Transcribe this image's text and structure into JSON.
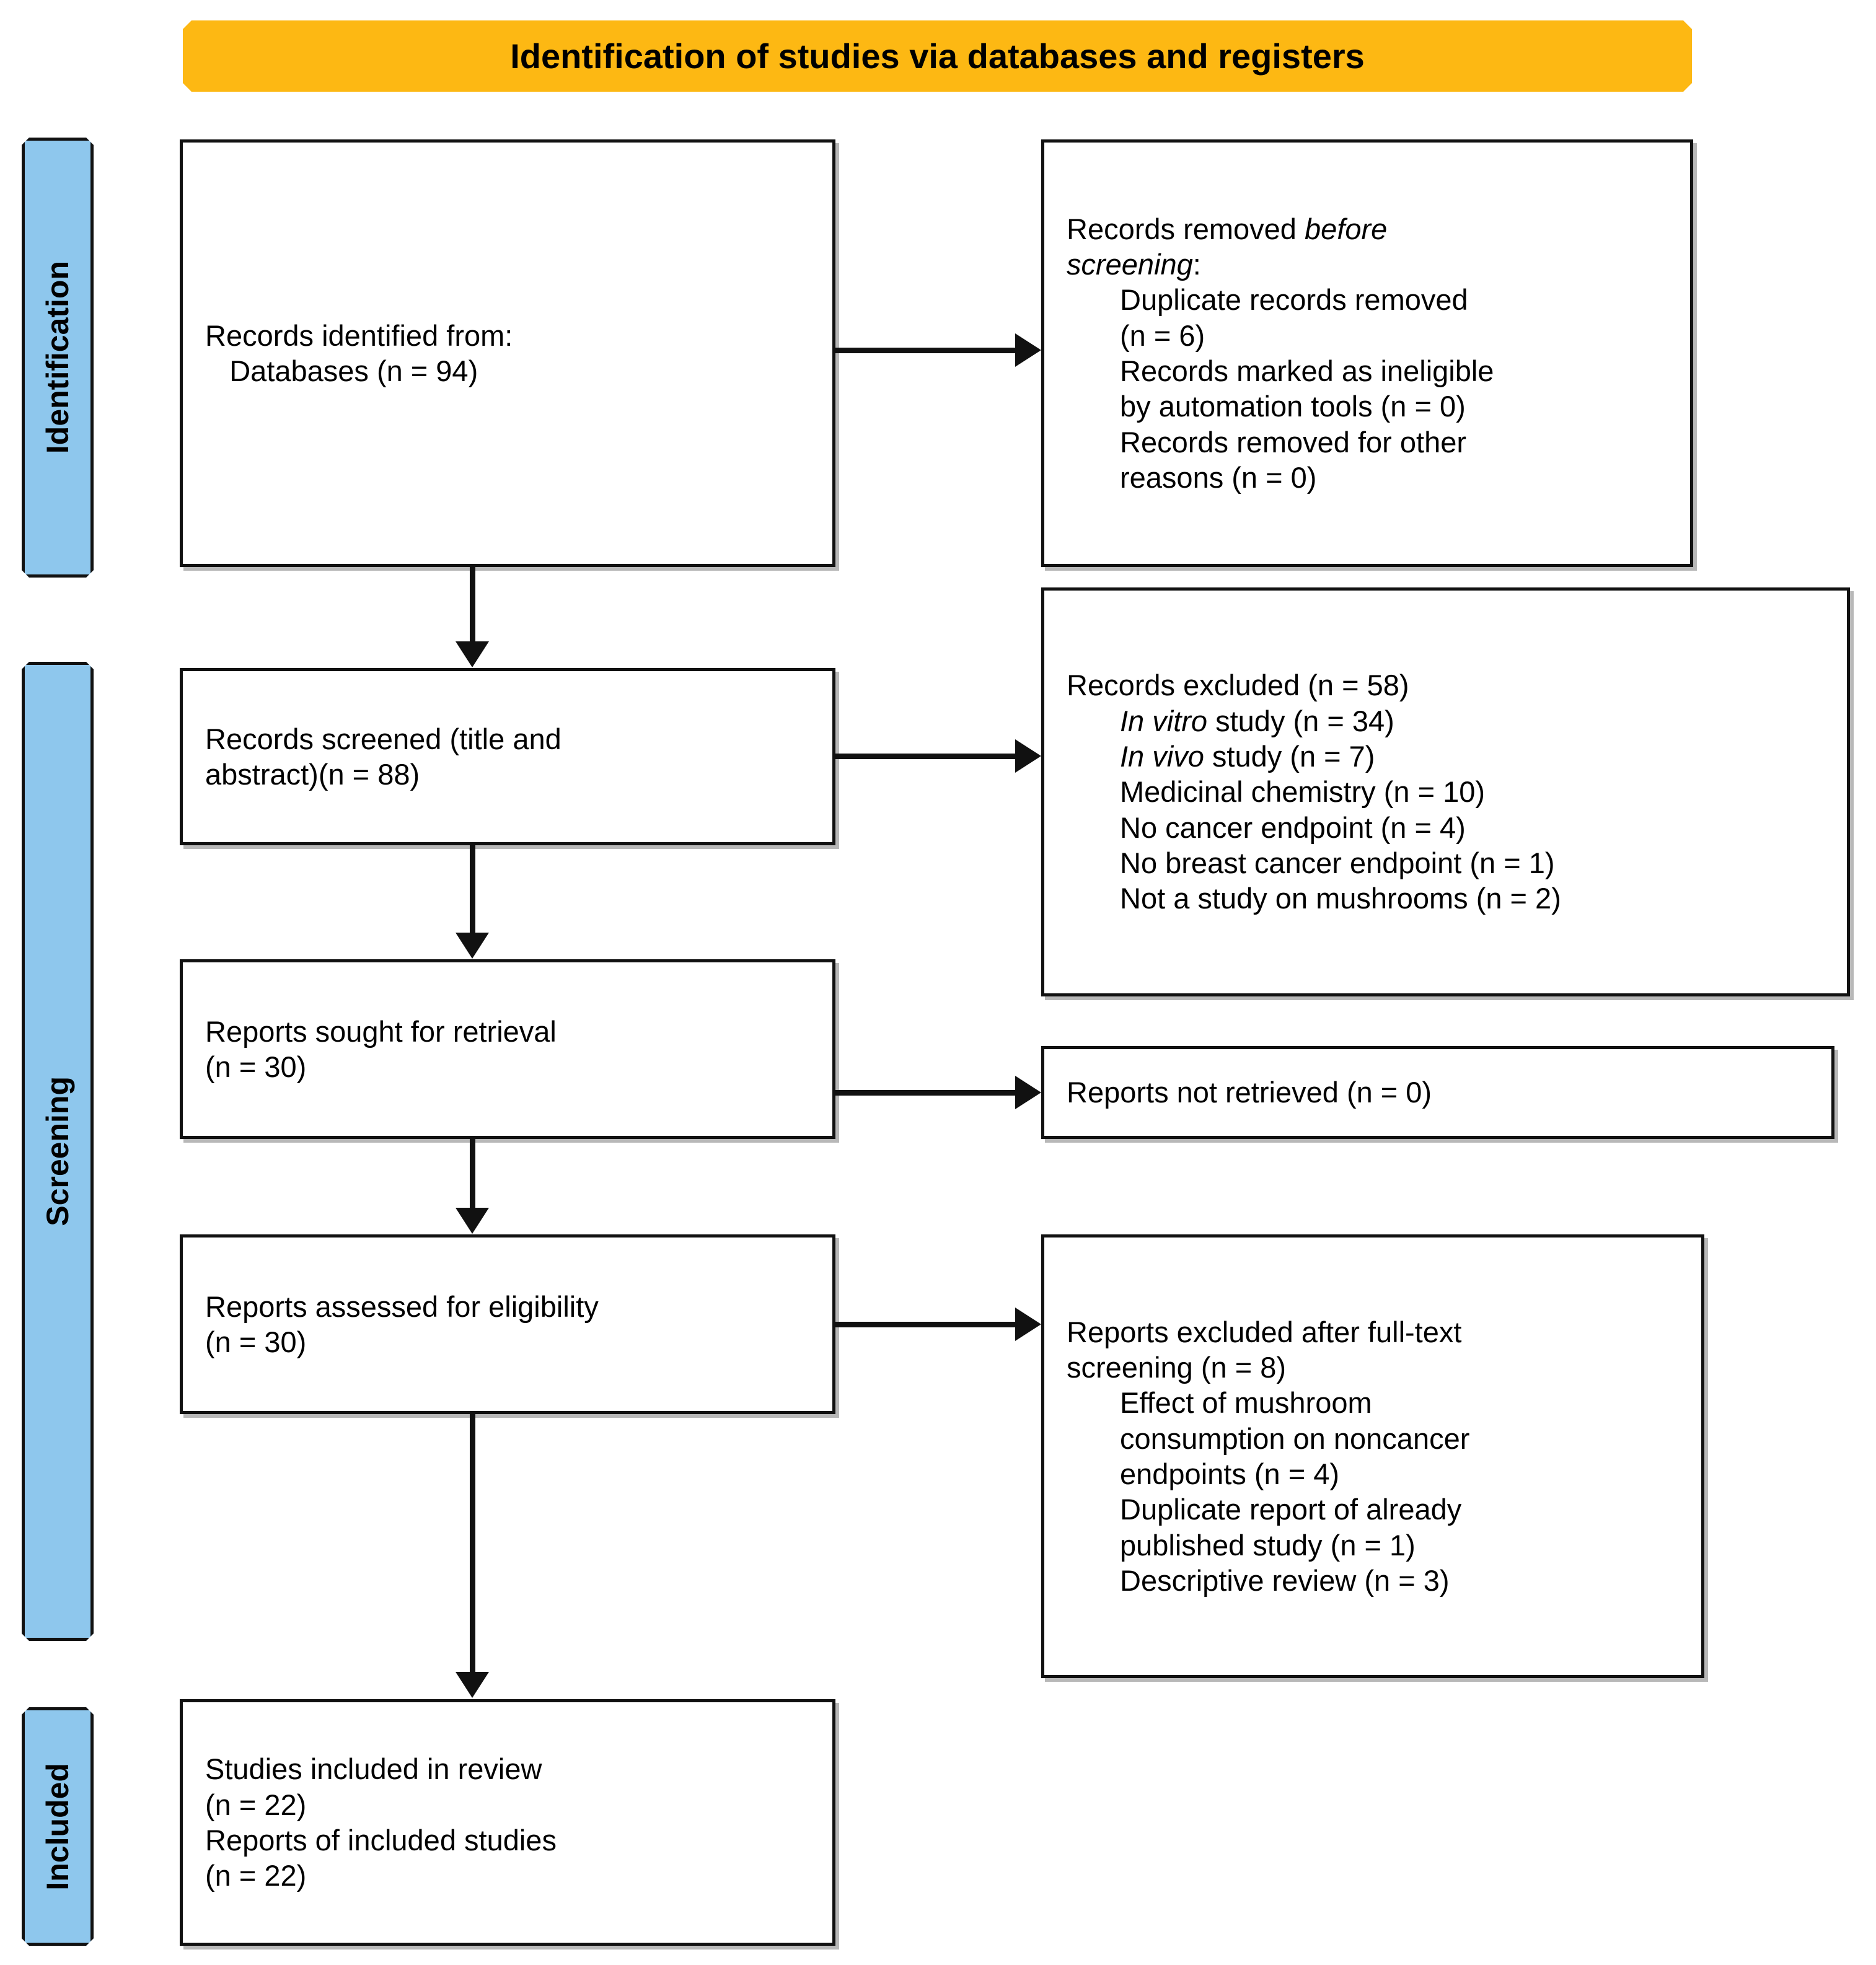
{
  "banner": {
    "title": "Identification of studies via databases and registers"
  },
  "stages": [
    {
      "name": "identification",
      "label": "Identification"
    },
    {
      "name": "screening",
      "label": "Screening"
    },
    {
      "name": "included",
      "label": "Included"
    }
  ],
  "boxes": {
    "identified": {
      "name": "records-identified-box",
      "lines": [
        "Records identified from:",
        "   Databases (n = 94)"
      ]
    },
    "removed": {
      "name": "records-removed-box",
      "line1_plain": "Records removed ",
      "line1_italic": "before",
      "line2_italic": "screening",
      "line2_plain": ":",
      "items": [
        "Duplicate records removed",
        "(n = 6)",
        "Records marked as ineligible",
        "by automation tools (n = 0)",
        "Records removed for other",
        "reasons (n = 0)"
      ]
    },
    "screened": {
      "name": "records-screened-box",
      "lines": [
        "Records screened (title and",
        "abstract)(n = 88)"
      ]
    },
    "excluded": {
      "name": "records-excluded-box",
      "heading": "Records excluded (n = 58)",
      "items": [
        {
          "italic": "In vitro",
          "plain": " study (n = 34)"
        },
        {
          "italic": "In vivo",
          "plain": " study (n = 7)"
        },
        {
          "italic": "",
          "plain": "Medicinal chemistry (n = 10)"
        },
        {
          "italic": "",
          "plain": "No cancer endpoint (n = 4)"
        },
        {
          "italic": "",
          "plain": "No breast cancer endpoint (n = 1)"
        },
        {
          "italic": "",
          "plain": "Not a study on mushrooms (n = 2)"
        }
      ]
    },
    "sought": {
      "name": "reports-sought-box",
      "lines": [
        "Reports sought for retrieval",
        "(n = 30)"
      ]
    },
    "notretrieved": {
      "name": "reports-not-retrieved-box",
      "lines": [
        "Reports not retrieved (n = 0)"
      ]
    },
    "assessed": {
      "name": "reports-assessed-box",
      "lines": [
        "Reports assessed for eligibility",
        "(n = 30)"
      ]
    },
    "fulltext": {
      "name": "reports-excluded-fulltext-box",
      "heading": [
        "Reports excluded after full-text",
        "screening (n = 8)"
      ],
      "items": [
        "Effect of mushroom",
        "consumption on noncancer",
        "endpoints (n = 4)",
        "Duplicate report of already",
        "published study (n = 1)",
        "Descriptive review (n = 3)"
      ]
    },
    "included": {
      "name": "studies-included-box",
      "lines": [
        "Studies included in review",
        "(n = 22)",
        "Reports of included studies",
        "(n = 22)"
      ]
    }
  },
  "colors": {
    "banner": "#FDB813",
    "stage_tab": "#8EC7ED",
    "box_border": "#111111",
    "arrow": "#111111",
    "box_fill": "#FFFFFF"
  },
  "chart_data": {
    "type": "diagram",
    "title": "Identification of studies via databases and registers",
    "flow": [
      {
        "stage": "Identification",
        "node": "Records identified from: Databases",
        "n": 94
      },
      {
        "stage": "Identification",
        "node": "Duplicate records removed",
        "n": 6
      },
      {
        "stage": "Identification",
        "node": "Records marked as ineligible by automation tools",
        "n": 0
      },
      {
        "stage": "Identification",
        "node": "Records removed for other reasons",
        "n": 0
      },
      {
        "stage": "Screening",
        "node": "Records screened (title and abstract)",
        "n": 88
      },
      {
        "stage": "Screening",
        "node": "Records excluded",
        "n": 58
      },
      {
        "stage": "Screening",
        "node": "In vitro study",
        "n": 34
      },
      {
        "stage": "Screening",
        "node": "In vivo study",
        "n": 7
      },
      {
        "stage": "Screening",
        "node": "Medicinal chemistry",
        "n": 10
      },
      {
        "stage": "Screening",
        "node": "No cancer endpoint",
        "n": 4
      },
      {
        "stage": "Screening",
        "node": "No breast cancer endpoint",
        "n": 1
      },
      {
        "stage": "Screening",
        "node": "Not a study on mushrooms",
        "n": 2
      },
      {
        "stage": "Screening",
        "node": "Reports sought for retrieval",
        "n": 30
      },
      {
        "stage": "Screening",
        "node": "Reports not retrieved",
        "n": 0
      },
      {
        "stage": "Screening",
        "node": "Reports assessed for eligibility",
        "n": 30
      },
      {
        "stage": "Screening",
        "node": "Reports excluded after full-text screening",
        "n": 8
      },
      {
        "stage": "Screening",
        "node": "Effect of mushroom consumption on noncancer endpoints",
        "n": 4
      },
      {
        "stage": "Screening",
        "node": "Duplicate report of already published study",
        "n": 1
      },
      {
        "stage": "Screening",
        "node": "Descriptive review",
        "n": 3
      },
      {
        "stage": "Included",
        "node": "Studies included in review",
        "n": 22
      },
      {
        "stage": "Included",
        "node": "Reports of included studies",
        "n": 22
      }
    ]
  }
}
